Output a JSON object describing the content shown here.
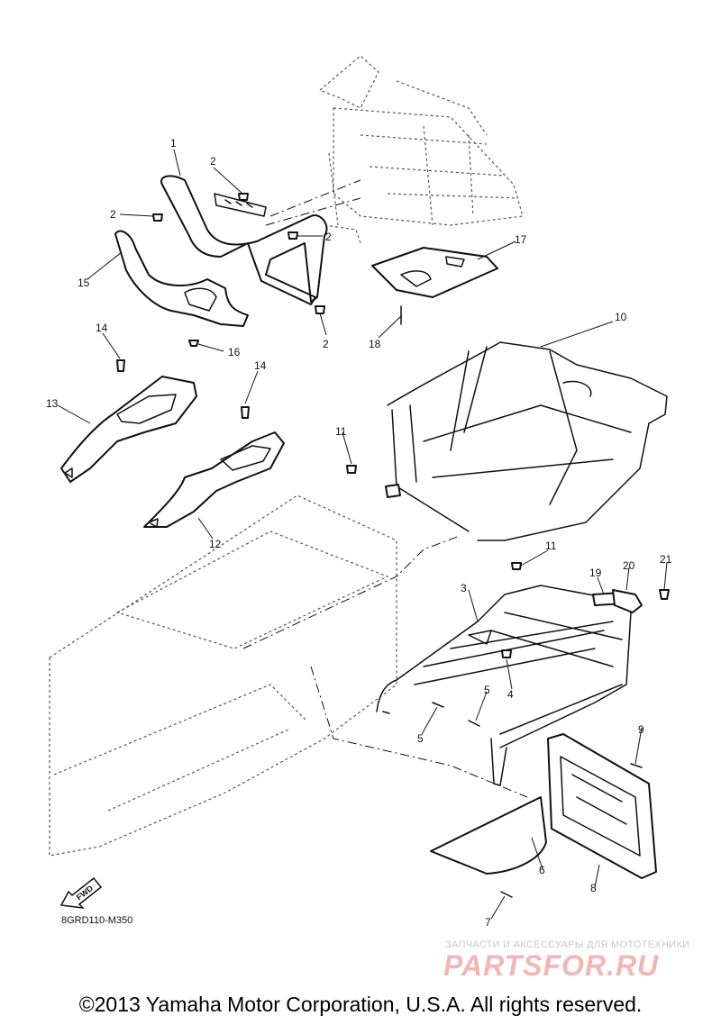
{
  "diagram": {
    "callouts": [
      "1",
      "2",
      "2",
      "2",
      "2",
      "15",
      "16",
      "17",
      "18",
      "10",
      "14",
      "14",
      "13",
      "12",
      "11",
      "11",
      "3",
      "4",
      "5",
      "5",
      "19",
      "20",
      "21",
      "9",
      "6",
      "7",
      "8"
    ],
    "code": "8GRD110-M350",
    "fwd_label": "FWD",
    "watermark": {
      "caption": "ЗАПЧАСТИ И АКСЕССУАРЫ ДЛЯ МОТОТЕХНИКИ",
      "logo": "PARTSFOR.RU"
    },
    "copyright": "©2013 Yamaha Motor Corporation, U.S.A. All rights reserved."
  }
}
